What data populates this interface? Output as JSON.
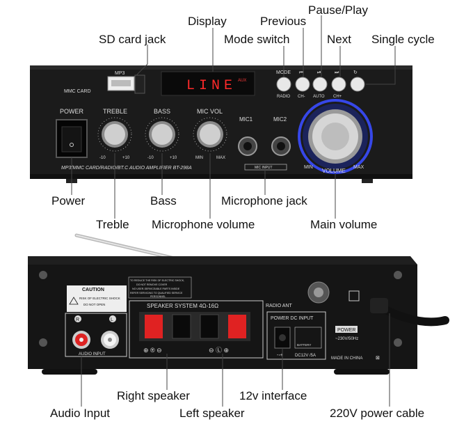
{
  "labels": {
    "display": "Display",
    "previous": "Previous",
    "pause_play": "Pause/Play",
    "sd_card_jack": "SD card jack",
    "mode_switch": "Mode switch",
    "next": "Next",
    "single_cycle": "Single cycle",
    "power": "Power",
    "bass": "Bass",
    "microphone_jack": "Microphone jack",
    "treble": "Treble",
    "microphone_volume": "Microphone volume",
    "main_volume": "Main volume",
    "right_speaker": "Right speaker",
    "v12_interface": "12v interface",
    "audio_input": "Audio Input",
    "left_speaker": "Left speaker",
    "power_cable": "220V power cable"
  },
  "front_panel": {
    "display_text": "LINE",
    "display_tag": "AUX",
    "mp3_label": "MP3",
    "mmc_card_label": "MMC CARD",
    "power_label": "POWER",
    "treble_label": "TREBLE",
    "bass_label": "BASS",
    "mic_vol_label": "MIC VOL",
    "mic1_label": "MIC1",
    "mic2_label": "MIC2",
    "mic_input_label": "MIC INPUT",
    "mode_label": "MODE",
    "radio_label": "RADIO",
    "ch_minus_label": "CH-",
    "auto_label": "AUTO",
    "ch_plus_label": "CH+",
    "volume_label": "VOLUME",
    "min_label": "MIN",
    "max_label": "MAX",
    "knob_min": "-10",
    "knob_max": "+10",
    "mic_min": "MIN",
    "mic_max": "MAX",
    "model_text": "MP3/MMC CARD/RADIO/BT.C AUDIO AMPLIFIER BT-298A"
  },
  "back_panel": {
    "caution_title": "CAUTION",
    "caution_line1": "RISK OF ELECTRIC SHOCK",
    "caution_line2": "DO NOT OPEN",
    "warning_line1": "TO REDUCE THE RISK OF ELECTRIC SHOCK,",
    "warning_line2": "DO NOT REMOVE COVER",
    "warning_line3": "NO USER-SERVICEABLE PARTS INSIDE",
    "warning_line4": "REFER SERVICING TO QUALIFIED SERVICE",
    "warning_line5": "PERSONNEL",
    "speaker_system": "SPEAKER SYSTEM 4Ω-16Ω",
    "radio_ant": "RADIO ANT",
    "power_dc_input": "POWER DC INPUT",
    "battery_label": "BATTERY",
    "dc_rating": "DC12V /5A",
    "audio_input_label": "AUDIO INPUT",
    "r_label": "R",
    "l_label": "L",
    "power_label": "POWER",
    "ac_rating": "~230V/50Hz",
    "made_in": "MADE IN CHINA"
  }
}
